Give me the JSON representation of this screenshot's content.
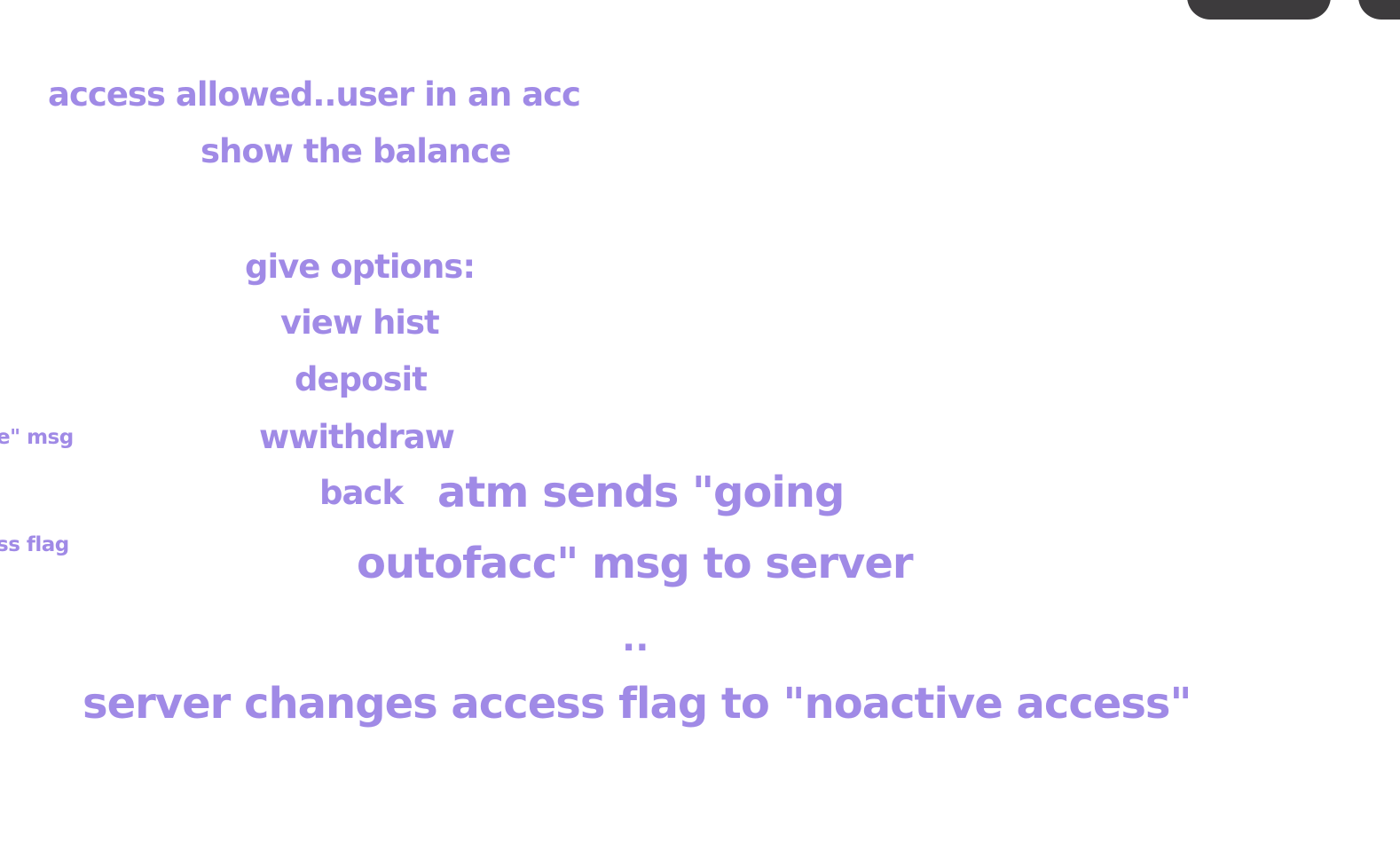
{
  "colors": {
    "text": "#a08ae6",
    "background": "#ffffff",
    "toolbar_pill": "#3d3b3d"
  },
  "notes": {
    "access_allowed": "access allowed..user in an acc",
    "show_balance": "show the balance",
    "give_options": "give options:",
    "view_hist": "view hist",
    "deposit": "deposit",
    "withdraw": "wwithdraw",
    "back": "back",
    "atm_sends_line1": "atm sends \"going",
    "atm_sends_line2": "outofacc\" msg to server",
    "ellipsis": "..",
    "server_changes": "server changes access flag to \"noactive access\"",
    "left_clipped_msg": "e\" msg",
    "left_clipped_flag": "ss flag"
  }
}
